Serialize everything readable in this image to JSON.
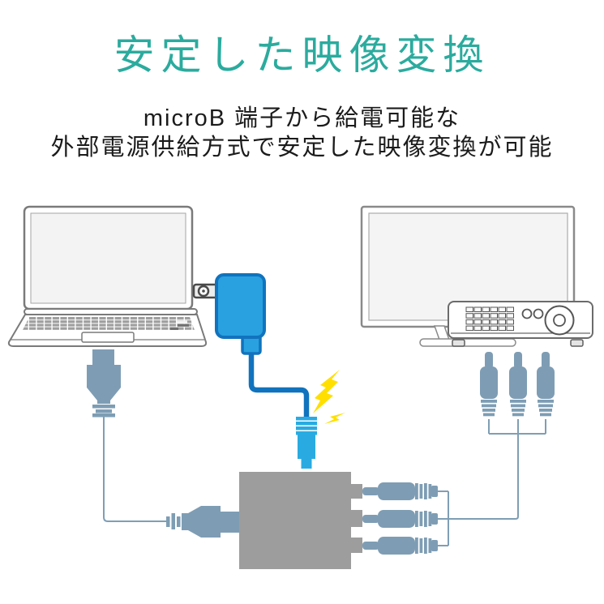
{
  "header": {
    "title": "安定した映像変換",
    "subtitle_line1": "microB 端子から給電可能な",
    "subtitle_line2": "外部電源供給方式で安定した映像変換が可能"
  },
  "illustration": {
    "components": [
      "laptop",
      "video-cable",
      "ac-adapter",
      "ac-plug-prong",
      "micro-b-power-connector",
      "lightning-bolt",
      "video-converter-box",
      "rca-composite-plugs-converter",
      "rca-composite-plugs-display",
      "tv-display",
      "projector"
    ],
    "colors": {
      "accent_teal": "#2BAB9E",
      "text_black": "#1b1b1b",
      "adapter_blue": "#29A1E0",
      "adapter_blue_dark": "#1173BD",
      "microb_blue": "#29ABE2",
      "connector_blue_gray": "#7E9DB4",
      "cable_blue_gray": "#7F9EB5",
      "converter_gray": "#9D9D9D",
      "device_outline_gray": "#7A7A7A",
      "lightning_yellow": "#FFDF00"
    }
  }
}
